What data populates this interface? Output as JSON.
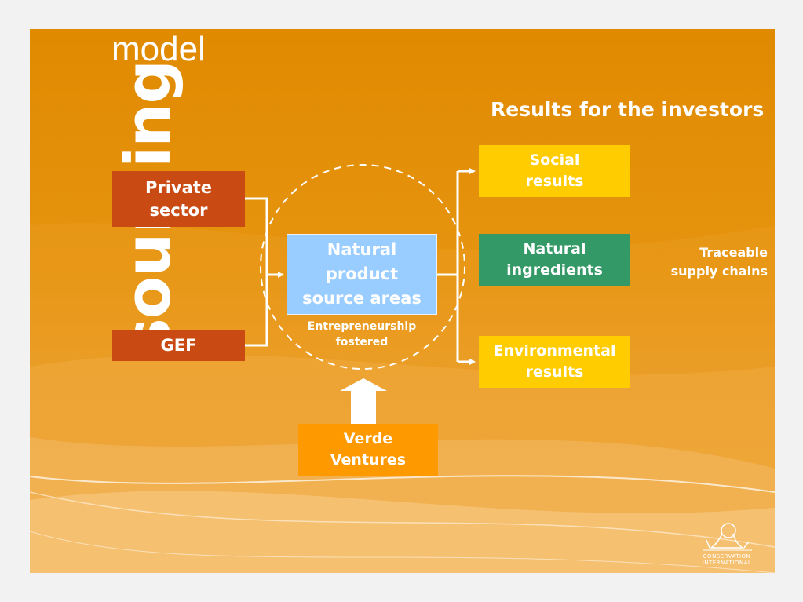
{
  "title": {
    "vertical_word": "sourcing",
    "word": "model"
  },
  "results_heading": "Results for the investors",
  "sources": {
    "private_sector": "Private\nsector",
    "gef": "GEF"
  },
  "center": {
    "label": "Natural\nproduct\nsource areas",
    "caption": "Entrepreneurship\nfostered"
  },
  "results": {
    "social": "Social\nresults",
    "natural_ingredients": "Natural\ningredients",
    "environmental": "Environmental\nresults"
  },
  "side_note": "Traceable\nsupply chains",
  "investor": "Verde\nVentures",
  "logo": {
    "line1": "CONSERVATION",
    "line2": "INTERNATIONAL"
  },
  "colors": {
    "background": "#e08a00",
    "source_boxes": "#c94a12",
    "center_box": "#99ccff",
    "result_yellow": "#ffcc00",
    "result_green": "#339966",
    "investor_box": "#ff9900"
  }
}
